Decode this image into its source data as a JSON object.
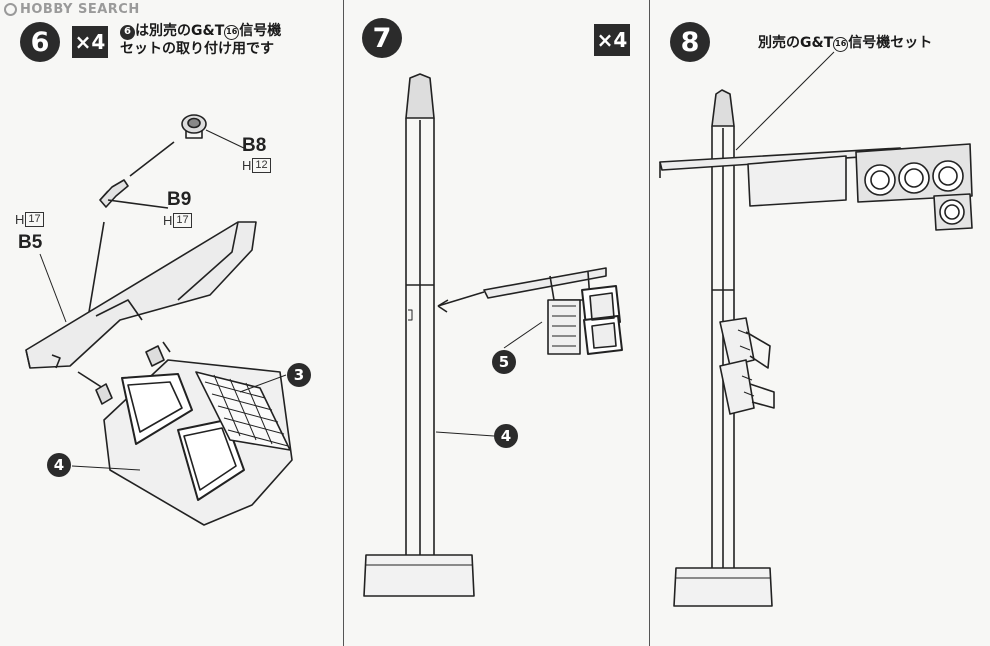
{
  "watermark": "HOBBY SEARCH",
  "steps": [
    {
      "number": "6",
      "quantity": "×4",
      "note_badge": "6",
      "note_line1": "は別売のG&T",
      "note_badge2": "16",
      "note_line1_end": "信号機",
      "note_line2": "セットの取り付け用です",
      "parts": [
        {
          "code": "B8",
          "sub_prefix": "H",
          "sub_num": "12"
        },
        {
          "code": "B9",
          "sub_prefix": "H",
          "sub_num": "17"
        },
        {
          "code": "B5",
          "sub_prefix": "H",
          "sub_num": "17"
        }
      ],
      "callouts": [
        "3",
        "4"
      ]
    },
    {
      "number": "7",
      "quantity": "×4",
      "callouts": [
        "5",
        "4"
      ]
    },
    {
      "number": "8",
      "note_pre": "別売のG&T",
      "note_badge": "16",
      "note_post": "信号機セット"
    }
  ]
}
